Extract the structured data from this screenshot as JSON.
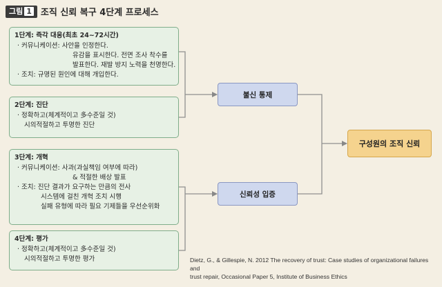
{
  "figure": {
    "label": "그림",
    "number": "1",
    "title": "조직 신뢰 복구 4단계 프로세스"
  },
  "stages": [
    {
      "title": "1단계: 즉각 대응(최초 24~72시간)",
      "lines": [
        "· 커뮤니케이션: 사안을 인정한다.",
        "유감을 표시한다. 전면 조사 착수를",
        "발표한다. 재발 방지 노력을 천명한다.",
        "· 조치: 규명된 원인에 대해 개입한다."
      ]
    },
    {
      "title": "2단계: 진단",
      "lines": [
        "· 정확하고(체계적이고 多수준일 것)",
        "시의적절하고 투명한 진단"
      ]
    },
    {
      "title": "3단계: 개혁",
      "lines": [
        "· 커뮤니케이션: 사과(과실책임 여부에 따라)",
        "& 적절한 배상 발표",
        "· 조치: 진단 결과가 요구하는 만큼의 전사",
        "시스템에 걸친 개혁 조치 시행",
        "실패 유형에 따라 필요 기제들을 우선순위화"
      ]
    },
    {
      "title": "4단계: 평가",
      "lines": [
        "· 정확하고(체계적이고 多수준일 것)",
        "시의적절하고 투명한 평가"
      ]
    }
  ],
  "outcomes": {
    "distrust_control": "불신 통제",
    "trust_proof": "신뢰성 입증",
    "final": "구성원의 조직 신뢰"
  },
  "source": {
    "line1": "Dietz, G., & Gillespie, N. 2012 The recovery of trust: Case studies of organizational failures and",
    "line2": "trust repair, Occasional Paper 5, Institute of Business Ethics"
  }
}
